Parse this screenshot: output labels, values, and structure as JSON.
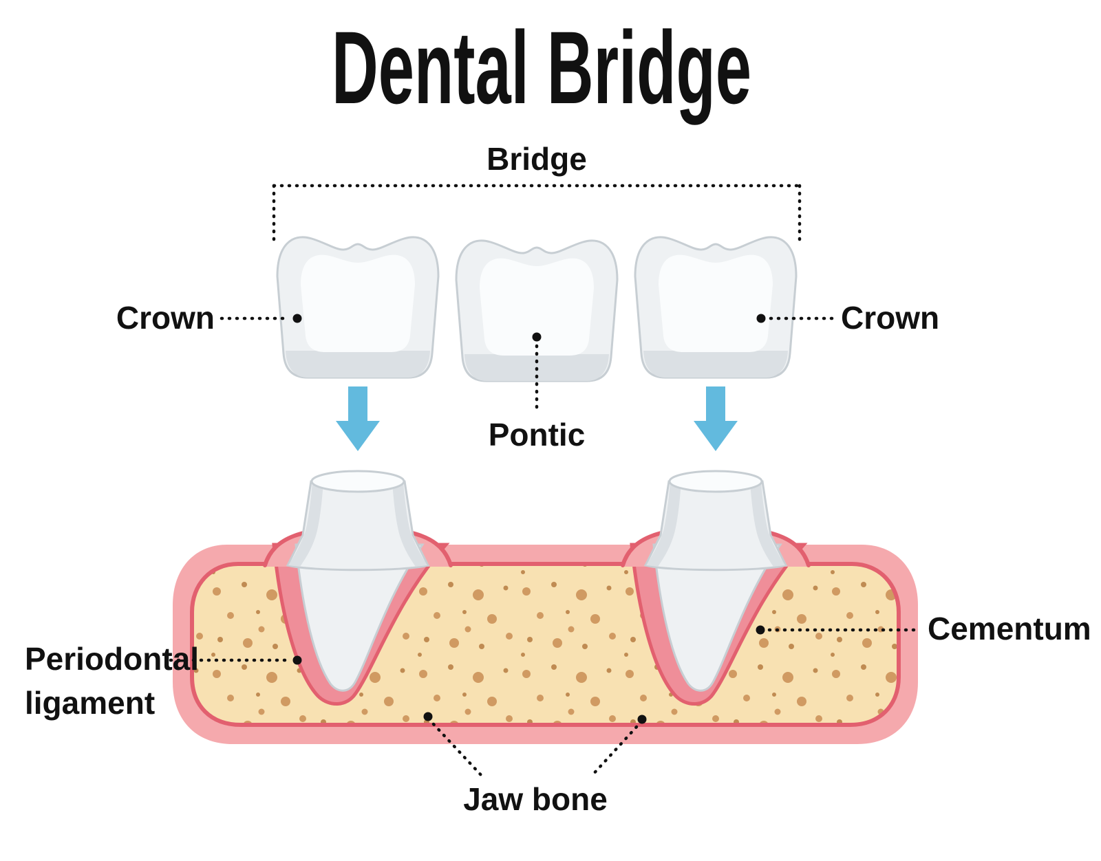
{
  "title": "Dental Bridge",
  "labels": {
    "bridge": "Bridge",
    "crown_left": "Crown",
    "crown_right": "Crown",
    "pontic": "Pontic",
    "periodontal_line1": "Periodontal",
    "periodontal_line2": "ligament",
    "cementum": "Cementum",
    "jaw_bone": "Jaw bone"
  },
  "colors": {
    "text": "#111111",
    "arrow": "#62bade",
    "gum": "#f5a9ad",
    "gum_line": "#e2606f",
    "socket": "#ef8e99",
    "bone": "#f8e1b2",
    "speckle": "#d09a62",
    "speckle2": "#c08b52",
    "tooth": "#eef1f3",
    "tooth_edge": "#c7ced3",
    "tooth_shade": "#dbe0e4",
    "tooth_hl": "#fafcfd"
  }
}
